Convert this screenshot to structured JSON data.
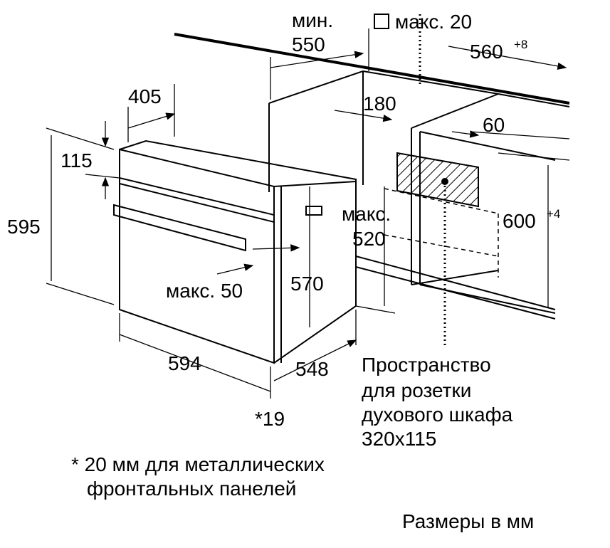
{
  "dimensions": {
    "min_label": "мин.",
    "depth_550": "550",
    "gap_max_20": "макс. 20",
    "width_560": "560",
    "width_560_tol": "+8",
    "depth_405": "405",
    "d_180": "180",
    "d_60": "60",
    "h_115": "115",
    "h_595": "595",
    "max_label": "макс.",
    "d_520": "520",
    "h_600": "600",
    "h_600_tol": "+4",
    "max_50": "макс. 50",
    "h_570": "570",
    "w_594": "594",
    "d_548": "548",
    "note_19": "*19"
  },
  "socket_note": [
    "Пространство",
    "для розетки",
    "духового шкафа",
    "320x115"
  ],
  "footnote": [
    "* 20 мм для металлических",
    "фронтальных панелей"
  ],
  "units_note": "Размеры в мм"
}
